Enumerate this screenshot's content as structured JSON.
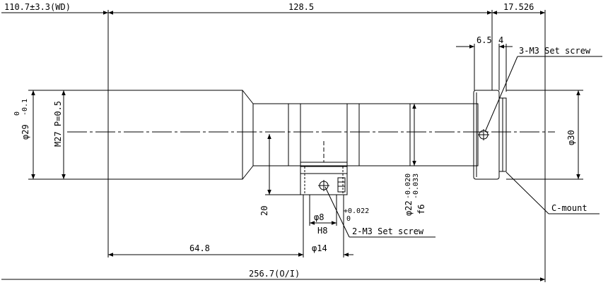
{
  "drawing": {
    "colors": {
      "line": "#000000",
      "background": "#ffffff"
    },
    "dimensions": {
      "wd": "110.7±3.3(WD)",
      "length_128": "128.5",
      "length_17": "17.526",
      "d6_5": "6.5",
      "d4": "4",
      "phi29_main": "φ29",
      "phi29_tol_upper": "0",
      "phi29_tol_lower": "-0.1",
      "thread": "M27 P=0.5",
      "phi30": "φ30",
      "height_20": "20",
      "phi22_main": "φ22",
      "phi22_tol_upper": "-0.020",
      "phi22_tol_lower": "-0.033",
      "f6": "f6",
      "phi8": "φ8",
      "phi8_tol_upper": "+0.022",
      "phi8_tol_lower": "0",
      "h8": "H8",
      "phi14": "φ14",
      "length_64": "64.8",
      "total_length": "256.7(O/I)"
    },
    "callouts": {
      "m3_top": "3-M3 Set screw",
      "m3_bottom": "2-M3 Set screw",
      "cmount": "C-mount"
    }
  }
}
